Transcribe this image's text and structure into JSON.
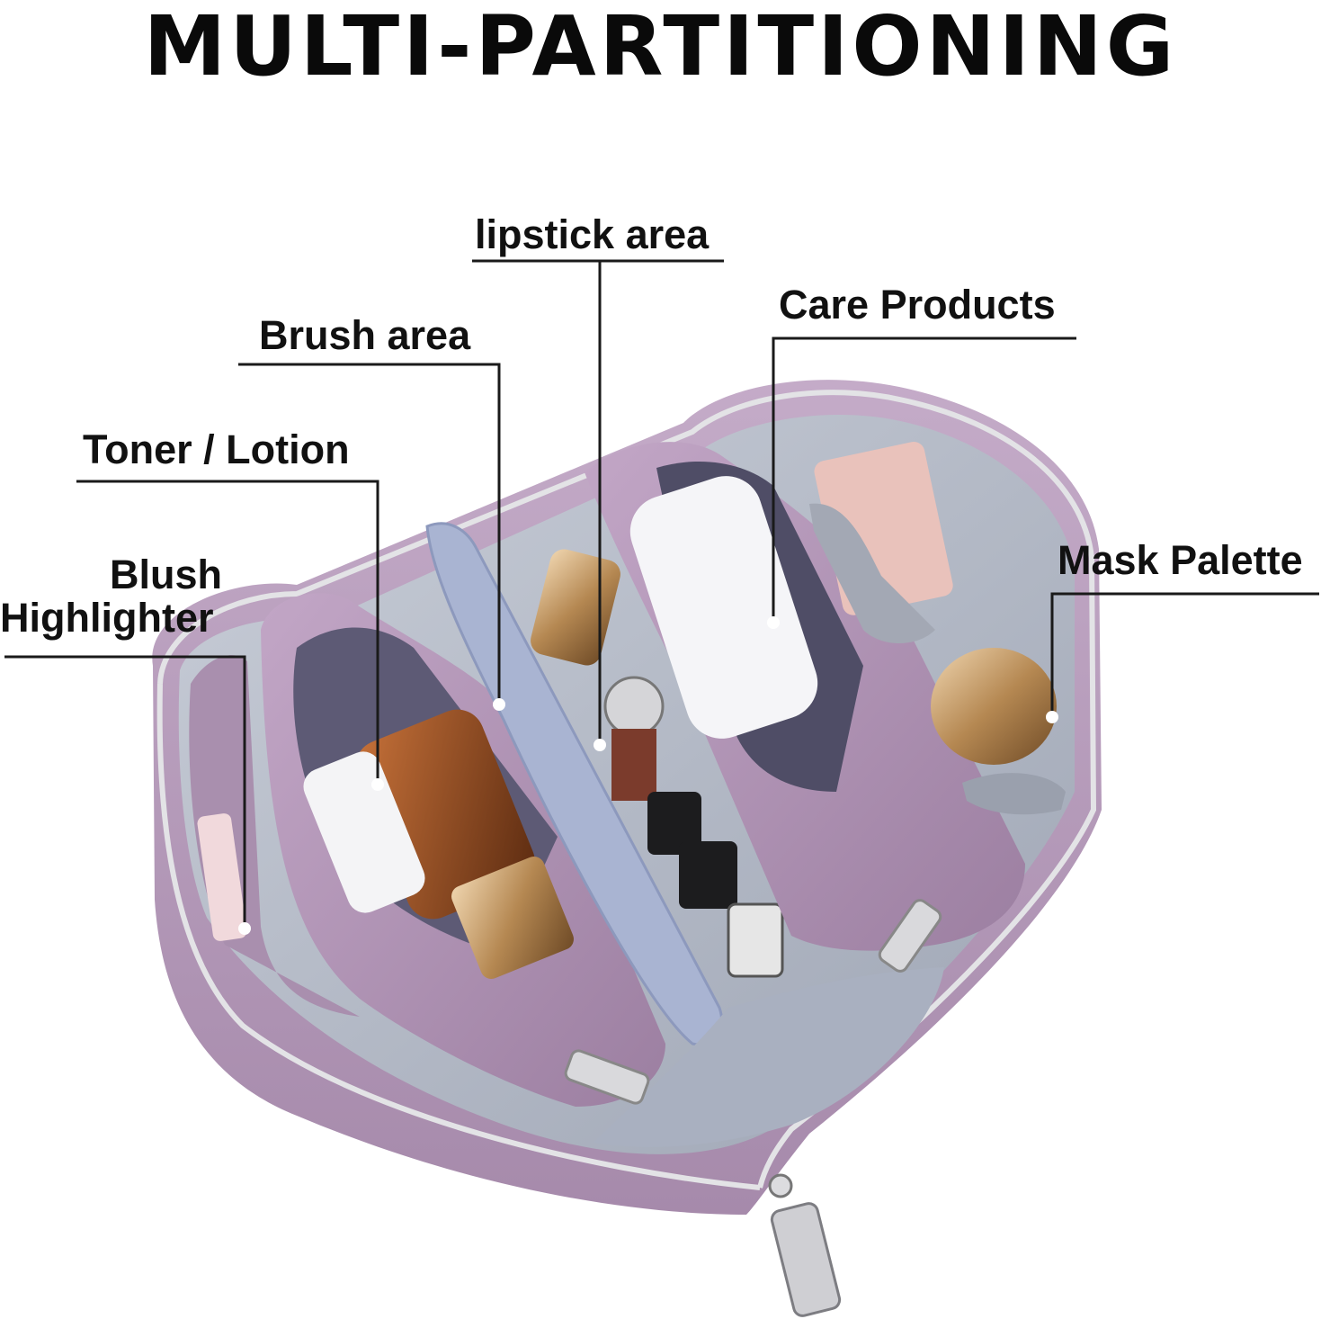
{
  "title": "MULTI-PARTITIONING",
  "labels": {
    "lipstick": "lipstick area",
    "care": "Care Products",
    "brush": "Brush area",
    "toner": "Toner / Lotion",
    "blush": "Blush",
    "highlighter": "Highlighter",
    "mask": "Mask Palette"
  },
  "colors": {
    "bag": "#b69aba",
    "bag_dark": "#8f7493",
    "lining": "#b7bdc9",
    "leader_line": "#1a1a1a"
  }
}
